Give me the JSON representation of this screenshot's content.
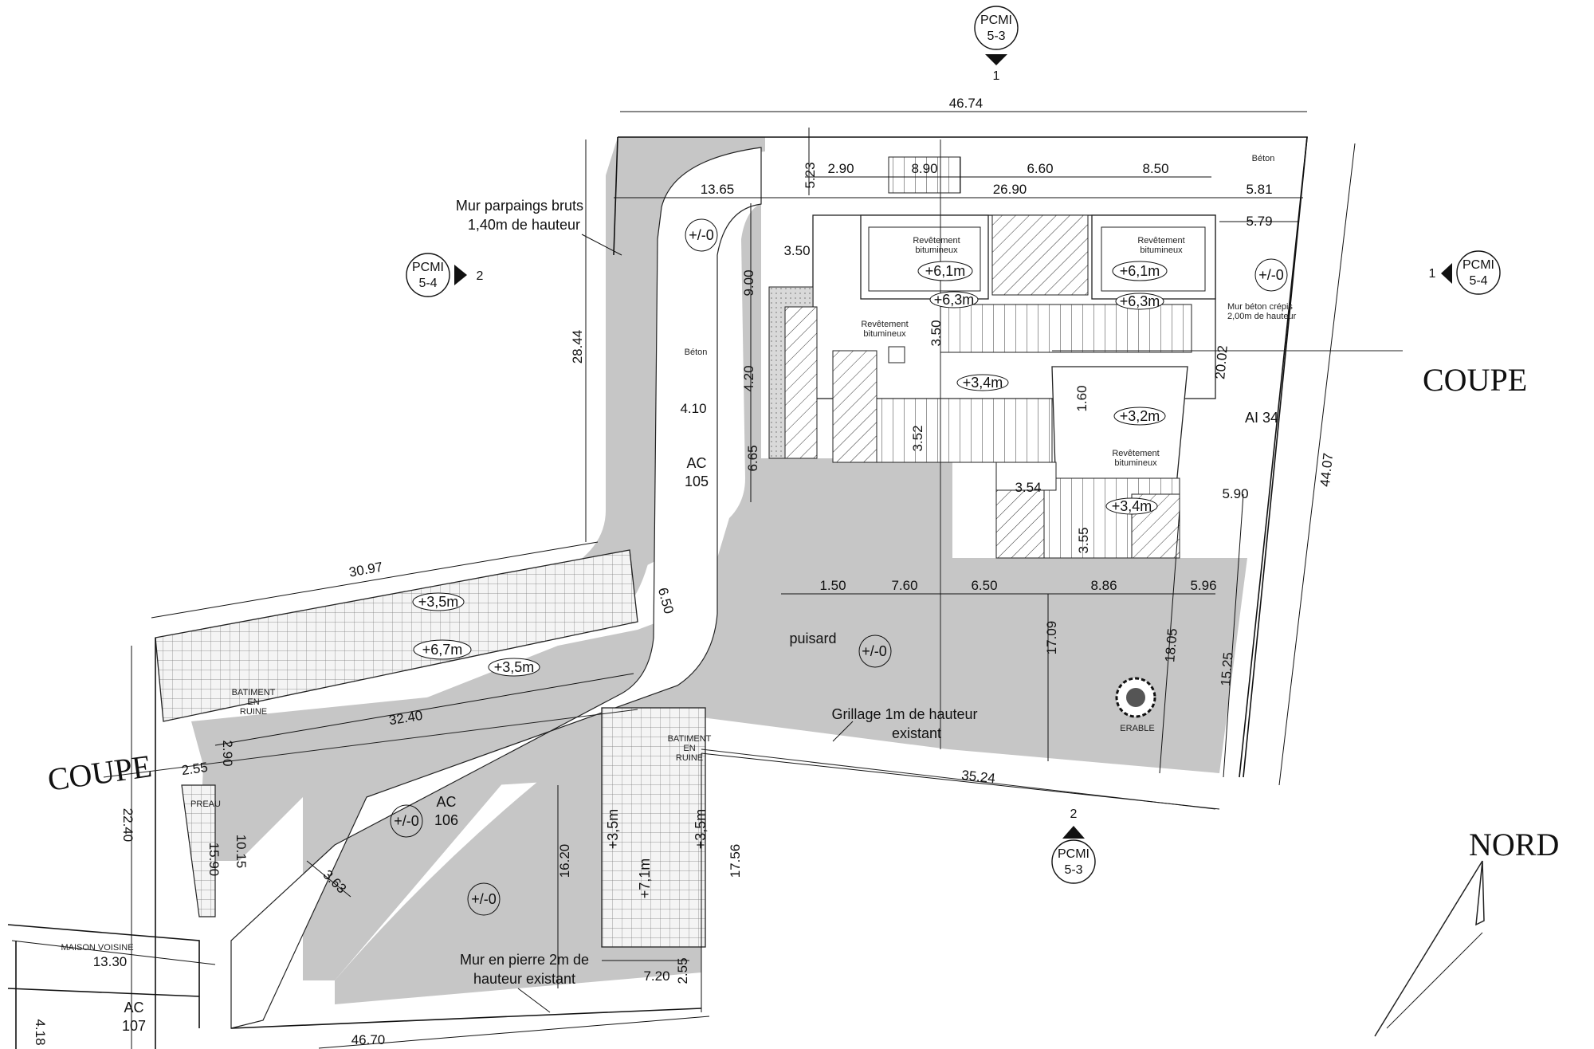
{
  "pcmi_markers": [
    {
      "id": "north",
      "code": "PCMI",
      "sub": "5-3",
      "num": "1"
    },
    {
      "id": "west",
      "code": "PCMI",
      "sub": "5-4",
      "num": "2"
    },
    {
      "id": "east",
      "code": "PCMI",
      "sub": "5-4",
      "num": "1"
    },
    {
      "id": "south",
      "code": "PCMI",
      "sub": "5-3",
      "num": "2"
    }
  ],
  "section_labels": {
    "coupe_right": "COUPE",
    "coupe_left": "COUPE",
    "north": "NORD"
  },
  "parcels": {
    "ac105_a": "AC",
    "ac105_b": "105",
    "ac106_a": "AC",
    "ac106_b": "106",
    "ac107_a": "AC",
    "ac107_b": "107",
    "ai34": "AI 34"
  },
  "notes": {
    "mur_parpaings_1": "Mur parpaings bruts",
    "mur_parpaings_2": "1,40m de hauteur",
    "mur_beton_1": "Mur béton crépis",
    "mur_beton_2": "2,00m de hauteur",
    "grillage_1": "Grillage 1m de hauteur",
    "grillage_2": "existant",
    "mur_pierre_1": "Mur en pierre 2m de",
    "mur_pierre_2": "hauteur existant",
    "beton_top": "Béton",
    "beton_drive": "Béton",
    "puisard": "puisard",
    "erable": "ERABLE",
    "maison_voisine": "MAISON VOISINE",
    "preau": "PREAU",
    "batiment_1": "BATIMENT",
    "batiment_2": "EN",
    "batiment_3": "RUINE",
    "revetement_1": "Revêtement",
    "revetement_2": "bitumineux"
  },
  "levels": {
    "l61a": "+6,1m",
    "l61b": "+6,1m",
    "l63a": "+6,3m",
    "l63b": "+6,3m",
    "l34a": "+3,4m",
    "l34b": "+3,4m",
    "l32": "+3,2m",
    "l35a": "+3,5m",
    "l67": "+6,7m",
    "l35b": "+3,5m",
    "l35c": "+3,5m",
    "l35d": "+3,5m",
    "l71": "+7,1m",
    "z1": "+/-0",
    "z2": "+/-0",
    "z3": "+/-0",
    "z4": "+/-0",
    "z5": "+/-0"
  },
  "dimensions": {
    "d4674": "46.74",
    "d1365": "13.65",
    "d2690": "26.90",
    "d581": "5.81",
    "d579": "5.79",
    "d290": "2.90",
    "d890": "8.90",
    "d660": "6.60",
    "d850": "8.50",
    "d523": "5.23",
    "d350a": "3.50",
    "d900": "9.00",
    "d420": "4.20",
    "d665": "6.65",
    "d410": "4.10",
    "d350b": "3.50",
    "d352": "3.52",
    "d160": "1.60",
    "d354": "3.54",
    "d355": "3.55",
    "d590": "5.90",
    "d2002": "20.02",
    "d4407": "44.07",
    "d2844": "28.44",
    "d3097": "30.97",
    "d650": "6.50",
    "d3240": "32.40",
    "d290b": "2.90",
    "d255a": "2.55",
    "d2240": "22.40",
    "d1015": "10.15",
    "d1590": "15.90",
    "d363": "3.63",
    "d1620": "16.20",
    "d1756": "17.56",
    "d720": "7.20",
    "d255b": "2.55",
    "d1330": "13.30",
    "d418": "4.18",
    "d4670": "46.70",
    "d3524": "35.24",
    "d150": "1.50",
    "d760": "7.60",
    "d650b": "6.50",
    "d886": "8.86",
    "d596": "5.96",
    "d1709": "17.09",
    "d1805": "18.05",
    "d1525": "15.25"
  }
}
